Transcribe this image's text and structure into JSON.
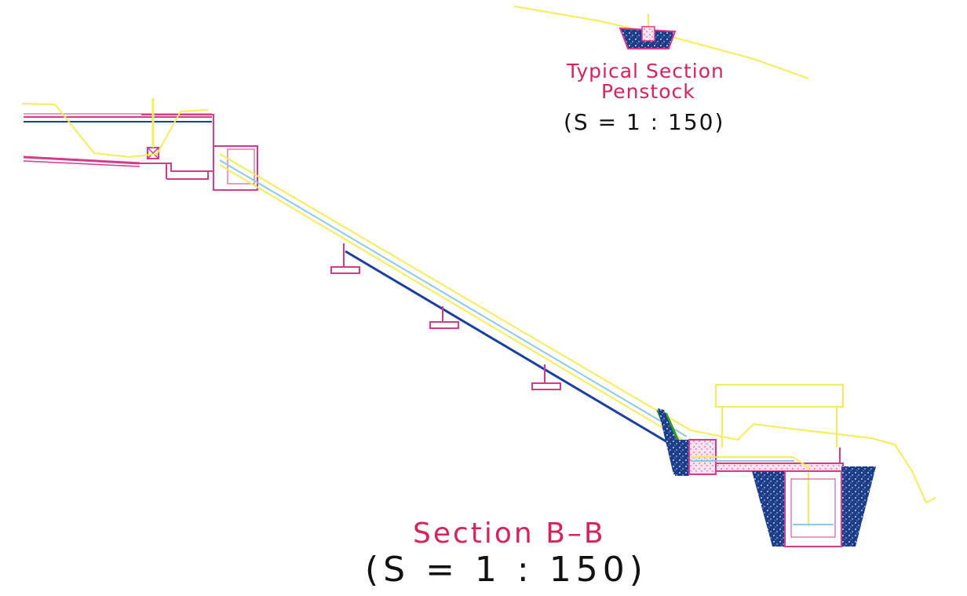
{
  "colors": {
    "title_red": "#d4245a",
    "scale_black": "#111111",
    "ground_yellow": "#f6ec5a",
    "structure_magenta": "#d63a8c",
    "pipe_blue": "#1a3fa0",
    "water_lightblue": "#8ec7ea",
    "concrete_navy": "#1b3d8a",
    "grass_green": "#2e9a2e"
  },
  "penstock_section": {
    "title_line1": "Typical Section",
    "title_line2": "Penstock",
    "scale": "(S = 1 : 150)"
  },
  "main_section": {
    "title": "Section B–B",
    "scale": "(S = 1 : 150)"
  }
}
